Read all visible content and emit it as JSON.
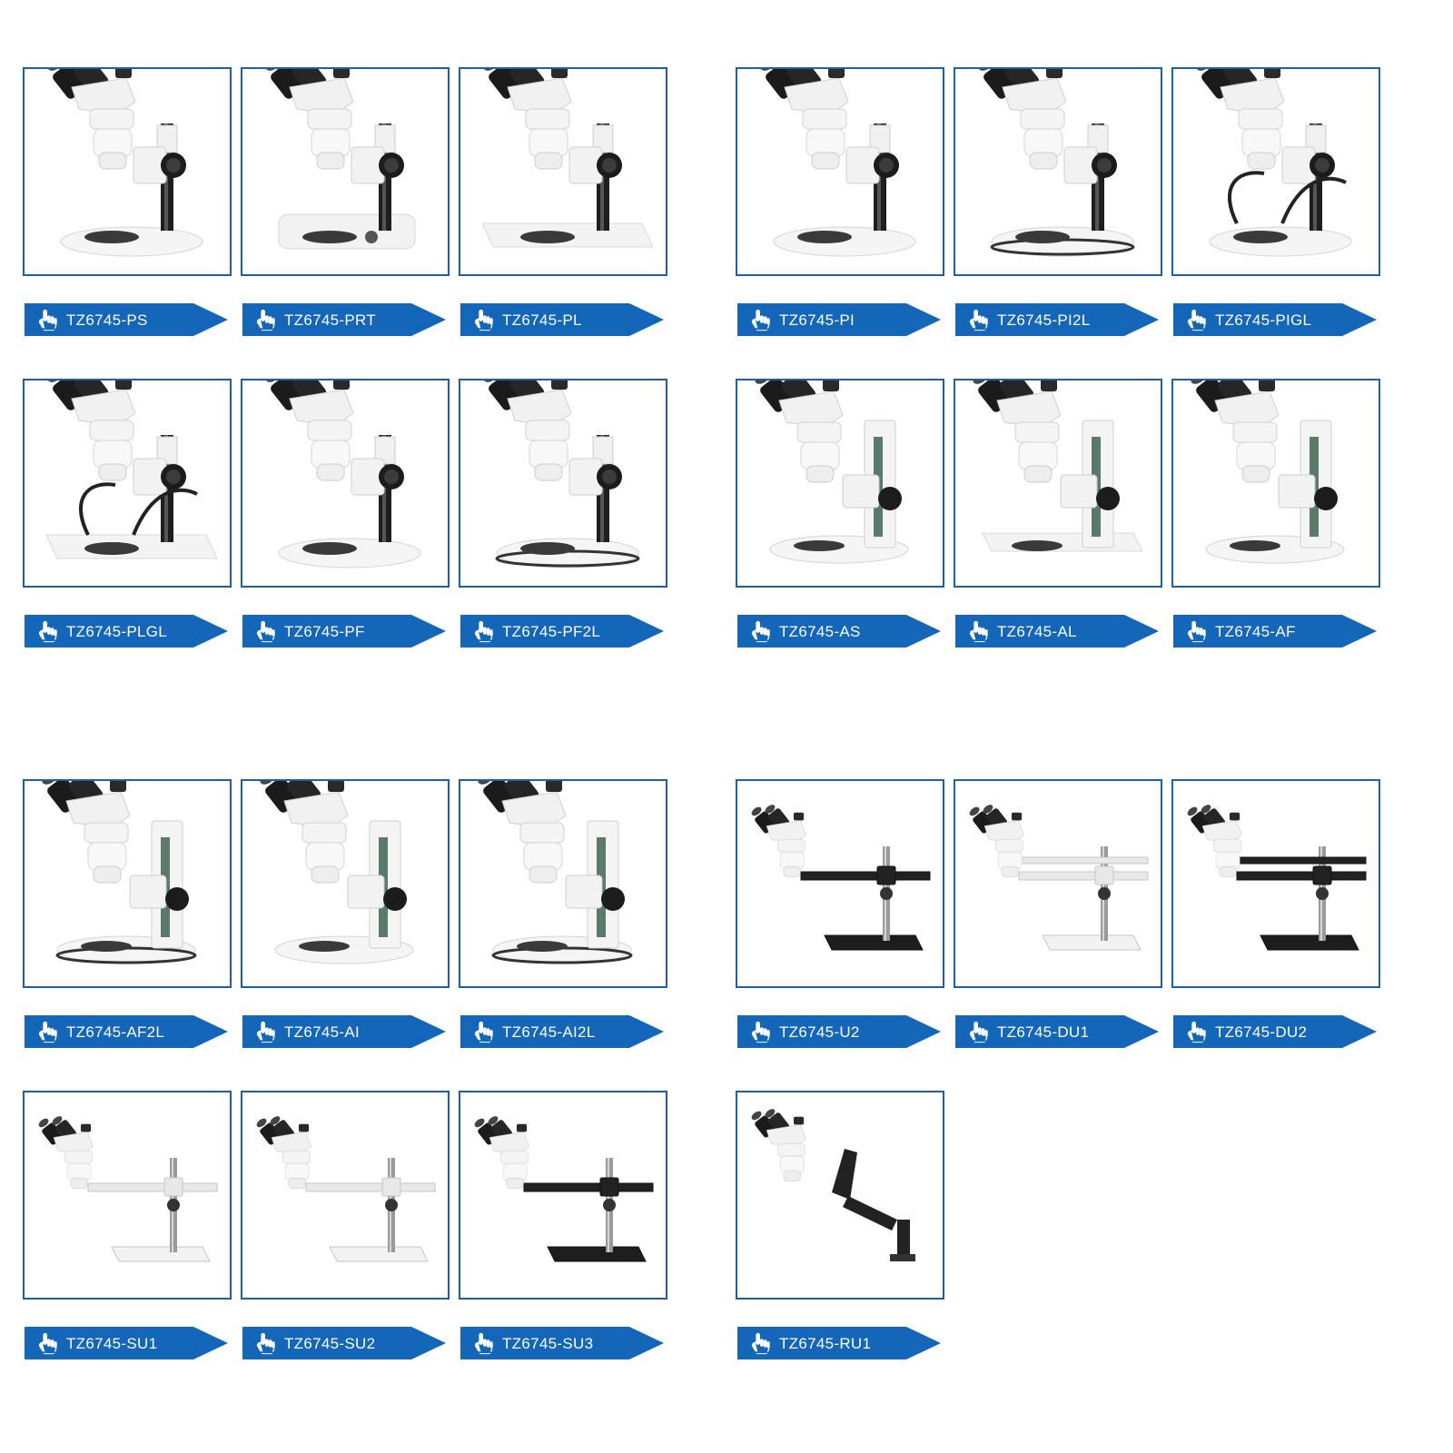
{
  "colors": {
    "card_border": "#1d5fa8",
    "tag_fill": "#1466b8",
    "tag_text": "#ffffff"
  },
  "icons": {
    "tag_icon": "pointing-hand-icon"
  },
  "products": [
    {
      "model": "TZ6745-PS",
      "stand": "pillar-round-base"
    },
    {
      "model": "TZ6745-PRT",
      "stand": "pillar-box-base"
    },
    {
      "model": "TZ6745-PL",
      "stand": "pillar-plate-base"
    },
    {
      "model": "TZ6745-PI",
      "stand": "pillar-round-base"
    },
    {
      "model": "TZ6745-PI2L",
      "stand": "pillar-lit-base"
    },
    {
      "model": "TZ6745-PIGL",
      "stand": "pillar-gooseneck"
    },
    {
      "model": "TZ6745-PLGL",
      "stand": "pillar-plate-gooseneck"
    },
    {
      "model": "TZ6745-PF",
      "stand": "pillar-round-base"
    },
    {
      "model": "TZ6745-PF2L",
      "stand": "pillar-lit-base"
    },
    {
      "model": "TZ6745-AS",
      "stand": "track-round-base"
    },
    {
      "model": "TZ6745-AL",
      "stand": "track-plate-base"
    },
    {
      "model": "TZ6745-AF",
      "stand": "track-round-base"
    },
    {
      "model": "TZ6745-AF2L",
      "stand": "track-lit-base"
    },
    {
      "model": "TZ6745-AI",
      "stand": "track-round-base"
    },
    {
      "model": "TZ6745-AI2L",
      "stand": "track-lit-base"
    },
    {
      "model": "TZ6745-U2",
      "stand": "boom-black"
    },
    {
      "model": "TZ6745-DU1",
      "stand": "boom-double-white"
    },
    {
      "model": "TZ6745-DU2",
      "stand": "boom-double-black"
    },
    {
      "model": "TZ6745-SU1",
      "stand": "boom-white"
    },
    {
      "model": "TZ6745-SU2",
      "stand": "boom-white"
    },
    {
      "model": "TZ6745-SU3",
      "stand": "boom-black"
    },
    {
      "model": "TZ6745-RU1",
      "stand": "articulating-arm"
    }
  ]
}
